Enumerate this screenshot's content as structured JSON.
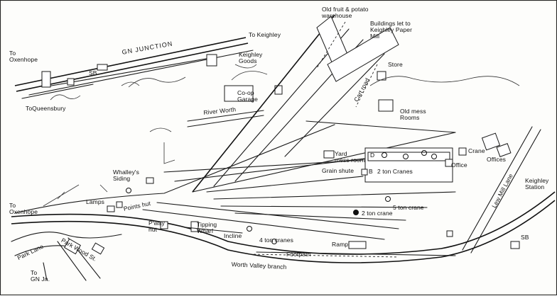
{
  "labels": {
    "old_fruit": "Old fruit & potato\nwarehouse",
    "buildings_let": "Buildings let to\nKeighley Paper\nMill",
    "gn_junction": "GN JUNCTION",
    "to_keighley": "To Keighley",
    "keighley_goods": "Keighley\nGoods",
    "to_oxenhope_top": "To\nOxenhope",
    "sb_top": "SB",
    "to_queensbury": "ToQueensbury",
    "coop_garage": "Co-op\nGarage",
    "river_worth": "River Worth",
    "cart_road": "Cart road",
    "store": "Store",
    "old_mess_rooms": "Old mess\nRooms",
    "crane": "Crane",
    "offices": "Offices",
    "office": "Office",
    "yard_mess_room": "Yard\nmess room",
    "grain_shute": "Grain shute",
    "two_ton_cranes": "2 ton Cranes",
    "whalleys_siding": "Whalley's\nSiding",
    "lamps": "Lamps",
    "points_hut": "Points hut",
    "to_oxenhope_left": "To\nOxenhope",
    "five_ton_crane": "5 ton crane",
    "two_ton_crane": "2 ton crane",
    "lew_mill_lane": "Lew Mill Lane",
    "keighley_station": "Keighley\nStation",
    "pway_hut": "P'way\nhut",
    "tipping_wharf": "Tipping\nWharf",
    "incline": "Incline",
    "four_ton_cranes": "4 ton cranes",
    "ramp": "Ramp",
    "footpath": "Footpath",
    "worth_valley_branch": "Worth Valley branch",
    "park_lane": "Park Lane",
    "park_wood_st": "Park Wood St.",
    "to_gn_jn": "To\nGN Jn.",
    "sb_bottom": "SB",
    "b_marker": "B",
    "d_marker": "D"
  }
}
